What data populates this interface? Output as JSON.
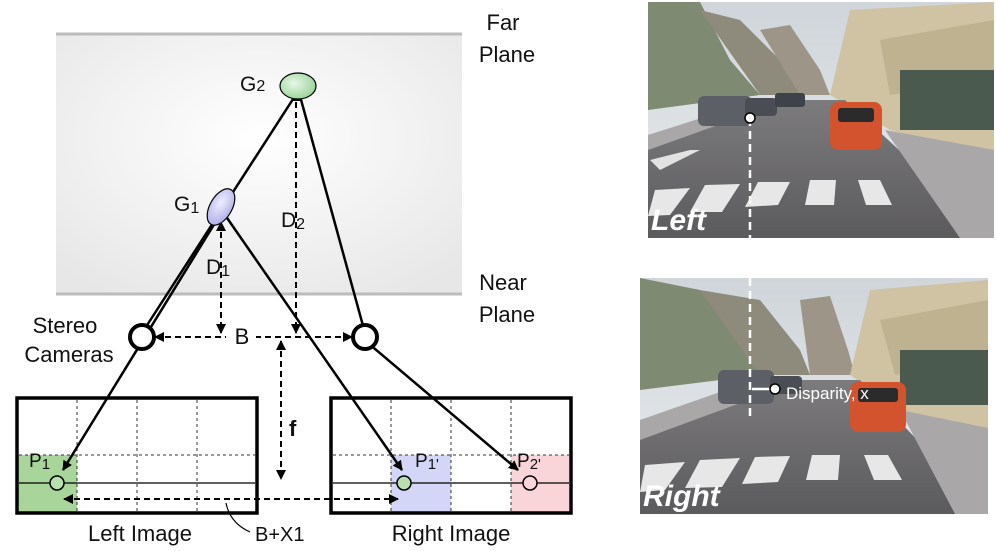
{
  "planes": {
    "far_label_line1": "Far",
    "far_label_line2": "Plane",
    "near_label_line1": "Near",
    "near_label_line2": "Plane"
  },
  "points": {
    "g2_main": "G",
    "g2_sub": "2",
    "g1_main": "G",
    "g1_sub": "1"
  },
  "distances": {
    "d1_main": "D",
    "d1_sub": "1",
    "d2_main": "D",
    "d2_sub": "2",
    "baseline": "B",
    "focal": "f",
    "offset": "B+X1"
  },
  "cameras": {
    "label_line1": "Stereo",
    "label_line2": "Cameras"
  },
  "images": {
    "left_caption": "Left Image",
    "right_caption": "Right Image",
    "p1_main": "P",
    "p1_sub": "1",
    "p1p_main": "P",
    "p1p_sub": "1'",
    "p2p_main": "P",
    "p2p_sub": "2'"
  },
  "photos": {
    "left_label": "Left",
    "right_label": "Right",
    "disparity_label": "Disparity, x"
  },
  "colors": {
    "g2_fill": "#b9e3b9",
    "g1_fill": "#c7c7ef",
    "green_cell": "#a8d59a",
    "blue_cell": "#d3d6f7",
    "pink_cell": "#f9d4d8",
    "sky": "#d8dde2",
    "road": "#6e6d6f"
  }
}
